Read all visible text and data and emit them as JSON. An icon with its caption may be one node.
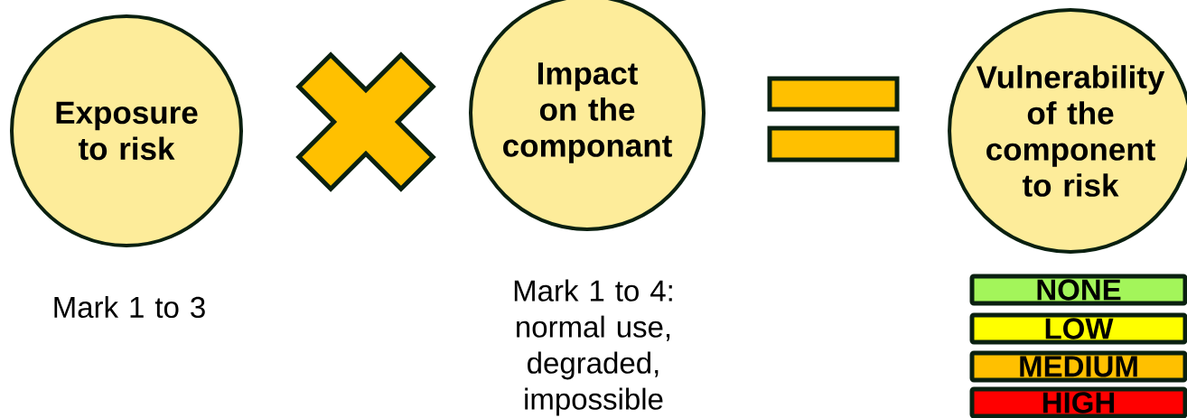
{
  "diagram": {
    "nodes": [
      {
        "text": [
          "Exposure to risk"
        ],
        "beside": [
          "Mark 1 to 3"
        ]
      },
      {
        "text": [],
        "shape": "cross"
      },
      {
        "text": [
          "Impact on the componant"
        ],
        "beside": [
          "Mark 1 to 4: normal use, degraded, impossible"
        ]
      },
      {
        "text": [],
        "shape": "equals"
      },
      {
        "text": [
          "Vulnerability of the component to risk"
        ]
      },
      {
        "text": [
          "NONE"
        ]
      },
      {
        "text": [
          "LOW"
        ]
      },
      {
        "text": [
          "MEDIUM"
        ]
      },
      {
        "text": [
          "HIGH"
        ]
      }
    ]
  }
}
